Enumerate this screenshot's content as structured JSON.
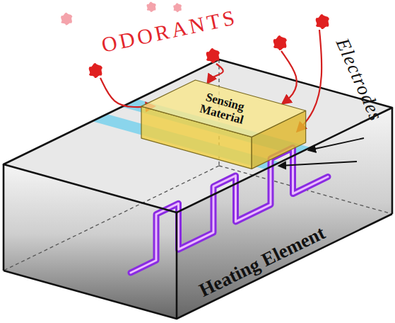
{
  "diagram": {
    "nodes": [
      {
        "text": [
          "Sensing Material"
        ]
      }
    ],
    "labels": [
      "ODORANTS",
      "Electrodes",
      "Heating Element"
    ]
  }
}
